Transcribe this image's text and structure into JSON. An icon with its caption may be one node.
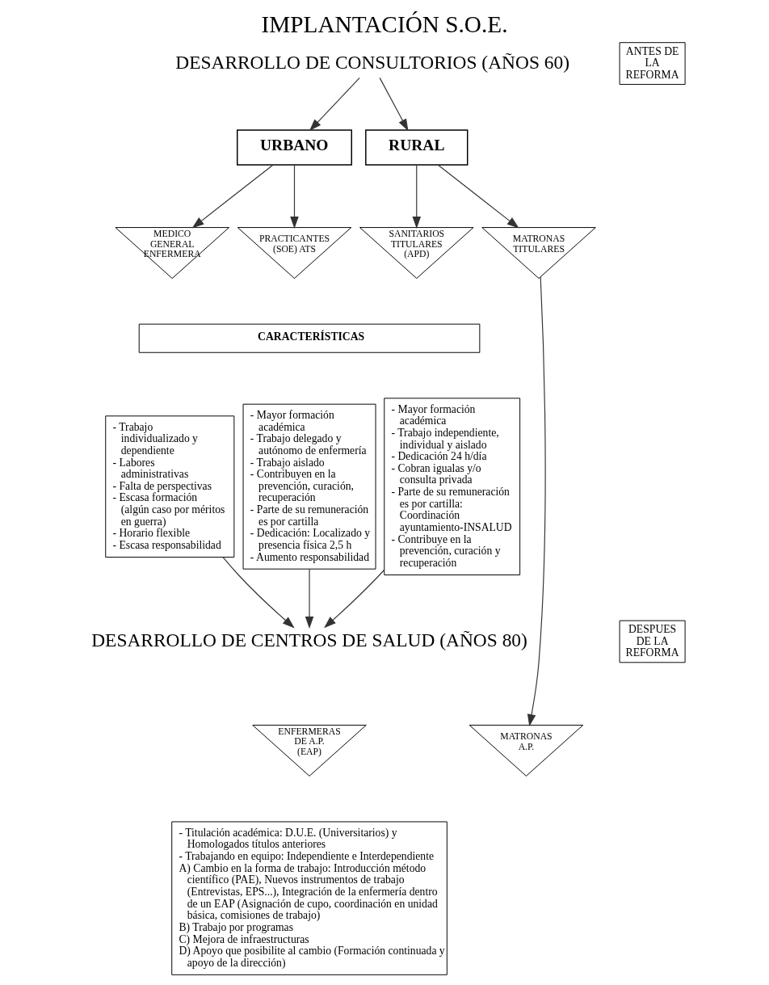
{
  "diagram": {
    "title": "IMPLANTACIÓN S.O.E.",
    "nodes": [
      {
        "text": [
          "DESARROLLO DE CONSULTORIOS (AÑOS 60)"
        ]
      },
      {
        "text": [
          "URBANO"
        ]
      },
      {
        "text": [
          "RURAL"
        ]
      },
      {
        "text": [
          "MEDICO GENERAL ENFERMERA"
        ]
      },
      {
        "text": [
          "PRACTICANTES (SOE) ATS"
        ]
      },
      {
        "text": [
          "SANITARIOS TITULARES (APD)"
        ]
      },
      {
        "text": [
          "MATRONAS TITULARES"
        ]
      },
      {
        "text": [
          "CARACTERÍSTICAS"
        ]
      },
      {
        "text": [
          "- Trabajo individualizado y dependiente",
          "- Labores administrativas",
          "- Falta de perspectivas",
          "- Escasa formación (algún caso por méritos en guerra)",
          "- Horario flexible",
          "- Escasa responsabilidad"
        ]
      },
      {
        "text": [
          "- Mayor formación académica",
          "- Trabajo delegado y autónomo de enfermería",
          "- Trabajo aislado",
          "- Contribuyen en la prevención, curación, recuperación",
          "- Parte de su remuneración es por cartilla",
          "- Dedicación: Localizado y presencia física 2,5 h",
          "- Aumento responsabilidad"
        ]
      },
      {
        "text": [
          "- Mayor formación académica",
          "- Trabajo independiente, individual y aislado",
          "- Dedicación 24 h/día",
          "- Cobran igualas y/o consulta privada",
          "- Parte de su remuneración es por cartilla: Coordinación ayuntamiento-INSALUD",
          "- Contribuye en la prevención, curación y recuperación"
        ]
      },
      {
        "text": [
          "DESARROLLO DE CENTROS DE SALUD (AÑOS 80)"
        ]
      },
      {
        "text": [
          "ENFERMERAS DE A.P. (EAP)"
        ]
      },
      {
        "text": [
          "MATRONAS A.P."
        ]
      },
      {
        "text": [
          "- Titulación académica: D.U.E. (Universitarios) y Homologados títulos anteriores",
          "- Trabajando en equipo: Independiente e Interdependiente",
          "A) Cambio en la forma de trabajo: Introducción método científico (PAE), Nuevos instrumentos de trabajo (Entrevistas, EPS...), Integración de la enfermería dentro de un EAP (Asignación de cupo, coordinación en unidad básica, comisiones de trabajo)",
          "B) Trabajo por programas",
          "C) Mejora de infraestructuras",
          "D) Apoyo que posibilite al cambio (Formación continuada y apoyo de la dirección)"
        ]
      },
      {
        "text": [
          "ANTES DE LA REFORMA"
        ]
      },
      {
        "text": [
          "DESPUES DE LA REFORMA"
        ]
      }
    ],
    "edges": [
      {
        "from": 0,
        "to": 1,
        "arrow": "to"
      },
      {
        "from": 0,
        "to": 2,
        "arrow": "to"
      },
      {
        "from": 1,
        "to": 3,
        "arrow": "to"
      },
      {
        "from": 1,
        "to": 4,
        "arrow": "to"
      },
      {
        "from": 2,
        "to": 5,
        "arrow": "to"
      },
      {
        "from": 2,
        "to": 6,
        "arrow": "to"
      },
      {
        "from": 8,
        "to": 11,
        "arrow": "to"
      },
      {
        "from": 9,
        "to": 11,
        "arrow": "to"
      },
      {
        "from": 10,
        "to": 11,
        "arrow": "to"
      },
      {
        "from": 6,
        "to": 13,
        "arrow": "to"
      }
    ]
  }
}
